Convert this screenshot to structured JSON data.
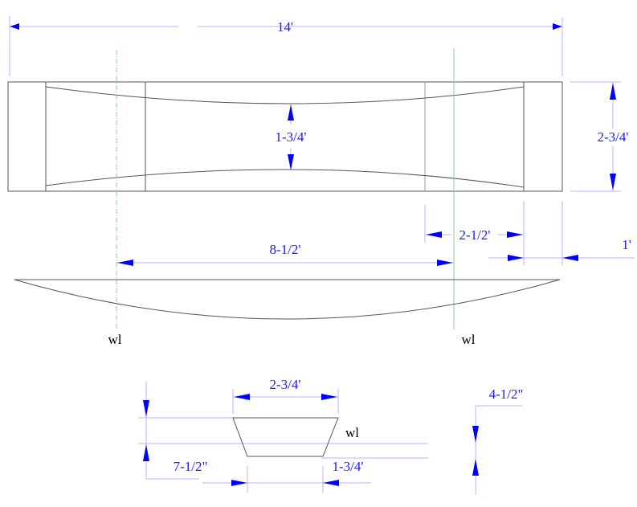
{
  "dimensions": {
    "overall_length": "14'",
    "inner_width": "1-3/4'",
    "overall_width": "2-3/4'",
    "end_offset": "2-1/2'",
    "end_extension": "1'",
    "waterline_length": "8-1/2'",
    "section_top_width": "2-3/4'",
    "section_freeboard": "4-1/2\"",
    "section_depth": "7-1/2\"",
    "section_bottom_width": "1-3/4'"
  },
  "labels": {
    "waterline_left": "wl",
    "waterline_right": "wl",
    "waterline_section": "wl"
  },
  "colors": {
    "dimension": "#0000ff",
    "outline": "#555555",
    "waterline": "#88cc88"
  }
}
